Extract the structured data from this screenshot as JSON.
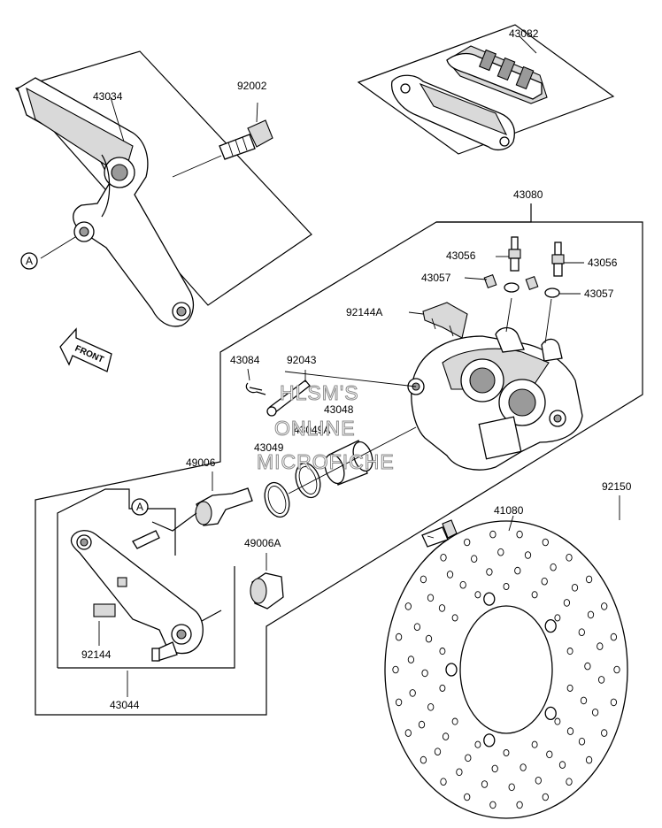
{
  "part_labels": {
    "p43082": "43082",
    "p43034": "43034",
    "p92002": "92002",
    "p43080": "43080",
    "p43056_left": "43056",
    "p43056_right": "43056",
    "p43057_left": "43057",
    "p43057_right": "43057",
    "p92144A": "92144A",
    "p43084": "43084",
    "p92043": "92043",
    "p43048": "43048",
    "p43049A": "43049A",
    "p43049": "43049",
    "p49006": "49006",
    "p49006A": "49006A",
    "p92150": "92150",
    "p41080": "41080",
    "p92144": "92144",
    "p43044": "43044"
  },
  "reference_marks": {
    "ref_a_top": "A",
    "ref_a_bottom": "A"
  },
  "front_arrow": "FRONT",
  "watermark": {
    "line1": "HLSM'S",
    "line2": "ONLINE",
    "line3": "MICROFICHE"
  }
}
